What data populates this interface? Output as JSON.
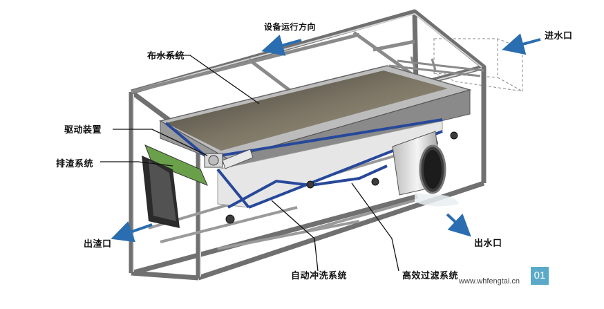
{
  "diagram": {
    "direction_label": "设备运行方向",
    "labels": {
      "water_distribution": "布水系统",
      "drive_unit": "驱动装置",
      "slag_discharge": "排渣系统",
      "auto_flush": "自动冲洗系统",
      "filtration": "高效过滤系统",
      "water_inlet": "进水口",
      "water_outlet": "出水口",
      "slag_outlet": "出渣口"
    },
    "footer": {
      "website": "www.whfengtai.cn",
      "page_number": "01"
    },
    "colors": {
      "frame": "#6f6f6f",
      "frame_light": "#cfcfcf",
      "arrow": "#2a6db0",
      "screen": "#8f8f8f",
      "belt": "#27489a",
      "badge": "#5aa9c8"
    },
    "icons": [
      "direction-arrow-icon",
      "inlet-arrow-icon",
      "outlet-arrow-icon",
      "slag-arrow-icon"
    ]
  }
}
